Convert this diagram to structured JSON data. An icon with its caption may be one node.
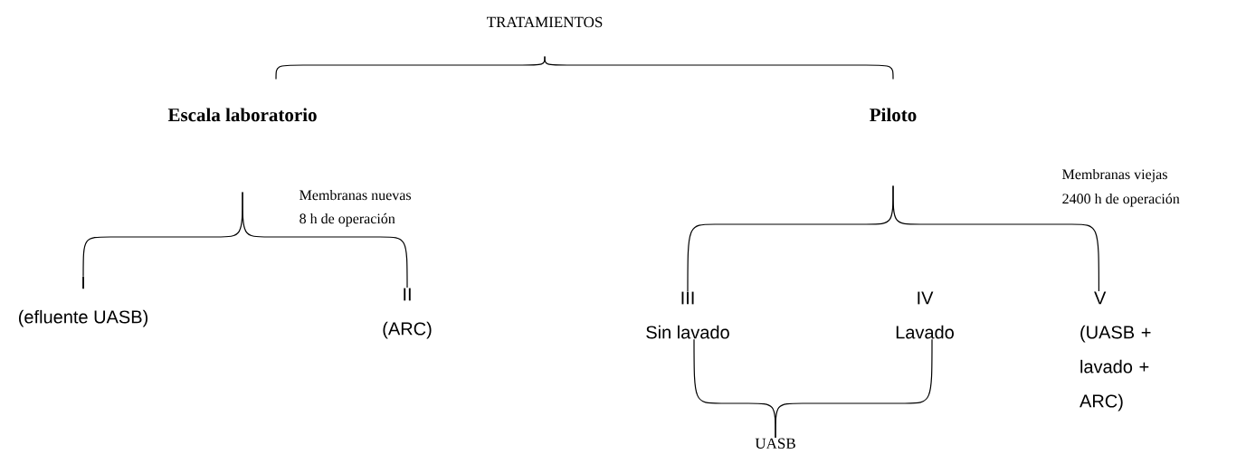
{
  "diagram": {
    "nodes": [
      {
        "text": [
          "TRATAMIENTOS"
        ]
      },
      {
        "text": [
          "Escala laboratorio"
        ]
      },
      {
        "text": [
          "Piloto"
        ]
      },
      {
        "text": [
          "I",
          "(efluente UASB)"
        ]
      },
      {
        "text": [
          "II",
          "(ARC)"
        ]
      },
      {
        "text": [
          "III",
          "Sin lavado"
        ]
      },
      {
        "text": [
          "IV",
          "Lavado"
        ]
      },
      {
        "text": [
          "V",
          "(UASB + lavado + ARC)"
        ]
      },
      {
        "text": [
          "UASB"
        ]
      }
    ],
    "edges": [
      {
        "from": 0,
        "to": 1,
        "arrow": "none"
      },
      {
        "from": 0,
        "to": 2,
        "arrow": "none"
      },
      {
        "from": 1,
        "to": 3,
        "arrow": "none"
      },
      {
        "from": 1,
        "to": 4,
        "arrow": "none"
      },
      {
        "from": 2,
        "to": 5,
        "arrow": "none"
      },
      {
        "from": 2,
        "to": 7,
        "arrow": "none"
      },
      {
        "from": 8,
        "to": 5,
        "arrow": "none"
      },
      {
        "from": 8,
        "to": 6,
        "arrow": "none"
      }
    ],
    "labels": [
      "Membranas nuevas",
      "8 h de operación",
      "Membranas viejas",
      "2400 h de operación"
    ]
  }
}
